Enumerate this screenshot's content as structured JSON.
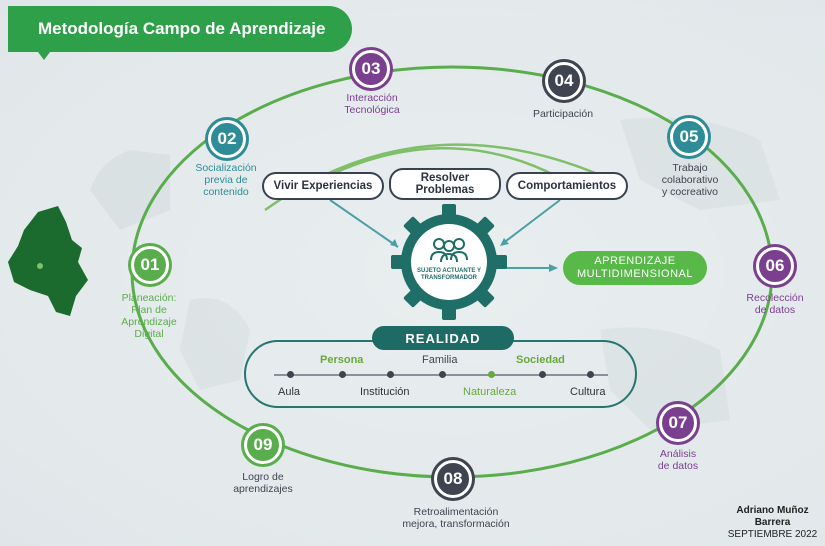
{
  "title": "Metodología Campo de Aprendizaje",
  "steps": [
    {
      "num": "01",
      "label": "Planeación:\nPlan de\nAprendizaje\nDigital",
      "color": "#5aad4c"
    },
    {
      "num": "02",
      "label": "Socialización\nprevia de\ncontenido",
      "color": "#2e8c98"
    },
    {
      "num": "03",
      "label": "Interacción\nTecnológica",
      "color": "#7b3f8f"
    },
    {
      "num": "04",
      "label": "Participación",
      "color": "#3f4450"
    },
    {
      "num": "05",
      "label": "Trabajo\ncolaborativo\ny cocreativo",
      "color": "#2e8c98"
    },
    {
      "num": "06",
      "label": "Recolección\nde datos",
      "color": "#7b3f8f"
    },
    {
      "num": "07",
      "label": "Análisis\nde datos",
      "color": "#7b3f8f"
    },
    {
      "num": "08",
      "label": "Retroalimentación\nmejora, transformación",
      "color": "#3f4450"
    },
    {
      "num": "09",
      "label": "Logro de\naprendizajes",
      "color": "#5aad4c"
    }
  ],
  "inputs": [
    "Vivir Experiencias",
    "Resolver\nProblemas",
    "Comportamientos"
  ],
  "center": {
    "label": "SUJETO ACTUANTE Y\nTRANSFORMADOR"
  },
  "output": "APRENDIZAJE\nMULTIDIMENSIONAL",
  "realidad": {
    "title": "REALIDAD",
    "top": [
      "Persona",
      "Familia",
      "Sociedad"
    ],
    "bottom": [
      "Aula",
      "Institución",
      "Naturaleza",
      "Cultura"
    ]
  },
  "author": {
    "name": "Adriano Muñoz Barrera",
    "date": "SEPTIEMBRE 2022"
  },
  "colors": {
    "green": "#2ea04a",
    "teal": "#26756f",
    "purple": "#7b3f8f",
    "dark": "#3f4450"
  }
}
